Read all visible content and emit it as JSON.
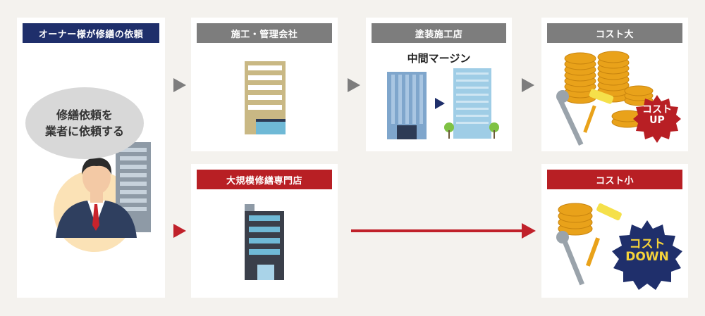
{
  "owner": {
    "title": "オーナー様が修繕の依頼",
    "bubble_line1": "修繕依頼を",
    "bubble_line2": "業者に依頼する"
  },
  "management": {
    "title": "施工・管理会社"
  },
  "painter": {
    "title": "塗装施工店",
    "margin_label": "中間マージン"
  },
  "cost_high": {
    "title": "コスト大",
    "badge_line1": "コスト",
    "badge_line2": "UP"
  },
  "specialist": {
    "title": "大規模修繕専門店"
  },
  "cost_low": {
    "title": "コスト小",
    "badge_line1": "コスト",
    "badge_line2": "DOWN"
  },
  "colors": {
    "navy": "#1f2f6b",
    "red": "#b81f24",
    "gray": "#7d7d7d",
    "gold": "#e9a21a",
    "badge_yellow": "#f5d33a"
  }
}
